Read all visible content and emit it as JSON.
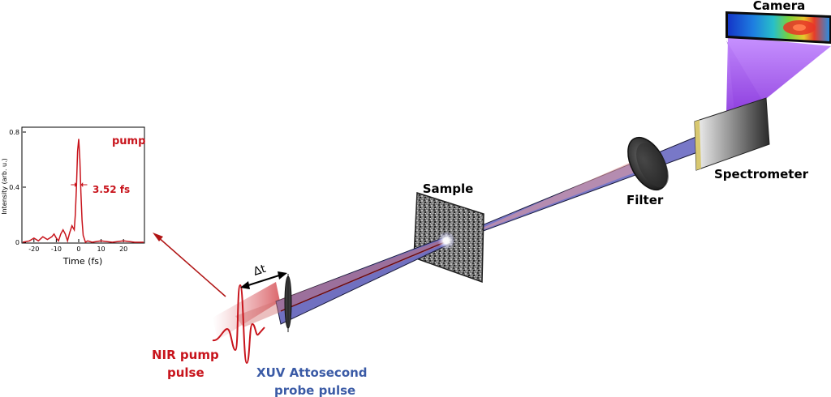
{
  "labels": {
    "camera": "Camera",
    "spectrometer": "Spectrometer",
    "filter": "Filter",
    "sample": "Sample",
    "delay": "Δt",
    "nir_pump_line1": "NIR pump",
    "nir_pump_line2": "pulse",
    "xuv_line1": "XUV Attosecond",
    "xuv_line2": "probe pulse"
  },
  "colors": {
    "pump_red": "#c8141c",
    "probe_blue": "#3b5ba6",
    "beam_blue": "#7878c8",
    "camera_violet": "#b060f0"
  },
  "inset_plot": {
    "legend": "pump",
    "fwhm_label": "3.52 fs",
    "ylabel": "Intensity (arb. u.)",
    "xlabel": "Time (fs)",
    "xticks": [
      "-20",
      "-10",
      "0",
      "10",
      "20"
    ],
    "yticks": [
      "0.8",
      "0.4",
      "0"
    ]
  },
  "chart_data": {
    "type": "line",
    "title": "",
    "xlabel": "Time (fs)",
    "ylabel": "Intensity (arb. u.)",
    "xlim": [
      -25,
      29
    ],
    "ylim": [
      0,
      0.8
    ],
    "x_ticks": [
      -20,
      -10,
      0,
      10,
      20
    ],
    "y_ticks": [
      0,
      0.4,
      0.8
    ],
    "grid": false,
    "series": [
      {
        "name": "pump",
        "x": [
          -25,
          -22,
          -20,
          -18,
          -16,
          -14,
          -12,
          -11,
          -10,
          -9,
          -8,
          -7,
          -6,
          -5,
          -4,
          -3,
          -2,
          -1.5,
          -1,
          -0.5,
          0,
          0.5,
          1,
          1.5,
          2,
          3,
          4,
          6,
          10,
          15,
          20,
          25,
          29
        ],
        "y": [
          0.0,
          0.01,
          0.03,
          0.01,
          0.04,
          0.02,
          0.04,
          0.06,
          0.03,
          0.01,
          0.06,
          0.09,
          0.06,
          0.01,
          0.07,
          0.12,
          0.09,
          0.2,
          0.4,
          0.66,
          0.75,
          0.6,
          0.36,
          0.16,
          0.05,
          0.0,
          0.01,
          0.0,
          0.01,
          0.0,
          0.01,
          0.0,
          0.0
        ]
      }
    ],
    "annotations": [
      "pump",
      "3.52 fs"
    ]
  }
}
